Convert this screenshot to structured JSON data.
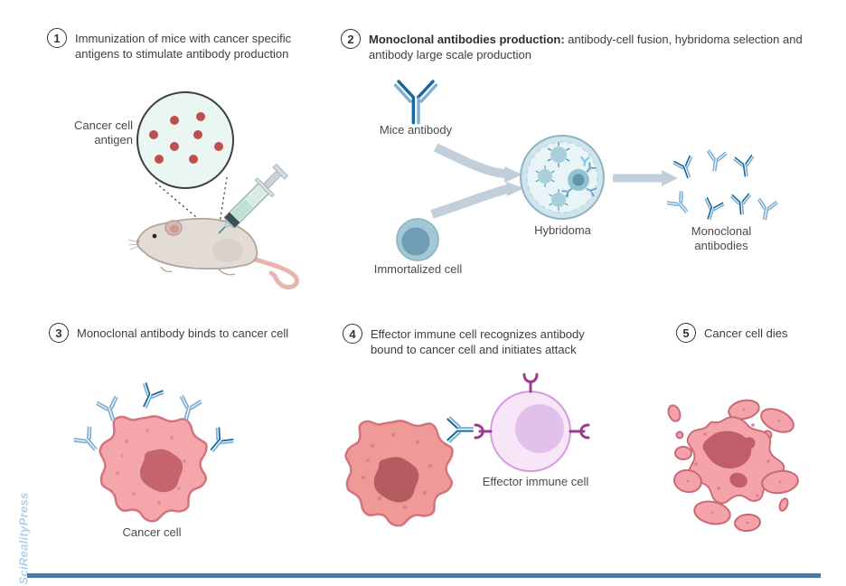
{
  "figure": {
    "watermark": "SciRealityPress"
  },
  "steps": [
    {
      "number": "1",
      "text": "Immunization of mice with cancer specific antigens to stimulate antibody production"
    },
    {
      "number": "2",
      "bold": "Monoclonal antibodies production:",
      "text": " antibody-cell fusion, hybridoma selection and antibody large scale production"
    },
    {
      "number": "3",
      "text": "Monoclonal antibody binds to cancer cell"
    },
    {
      "number": "4",
      "text": "Effector immune cell recognizes antibody bound to cancer cell and initiates attack"
    },
    {
      "number": "5",
      "text": "Cancer cell dies"
    }
  ],
  "labels": {
    "cancer_cell_antigen": "Cancer cell antigen",
    "mice_antibody": "Mice antibody",
    "immortalized_cell": "Immortalized cell",
    "hybridoma": "Hybridoma",
    "monoclonal_antibodies": "Monoclonal antibodies",
    "cancer_cell": "Cancer cell",
    "effector_immune_cell": "Effector immune cell"
  },
  "icons": {
    "antibody": "Y-shaped-antibody-icon",
    "syringe": "syringe-icon",
    "mouse": "lab-mouse-illustration",
    "magnifier_circle": "antigen-magnifier-circle",
    "arrow": "gray-flow-arrow"
  },
  "colors": {
    "text": "#3e3e3e",
    "antibody_dark": "#17689e",
    "antibody_light": "#7fb0d4",
    "cell_pink_fill": "#f4a6ab",
    "cell_pink_stroke": "#d4737e",
    "nucleus_pink": "#c6646e",
    "immune_purple": "#9b3a90",
    "effector_fill": "#f6e6f8",
    "effector_stroke": "#d59be0",
    "hybridoma_fill": "#e9f4f8",
    "arrow_gray": "#c3cedd",
    "antigen_red": "#bf4f4c",
    "mint_fill": "#eaf6f1",
    "mouse_body": "#e3dbd5",
    "watermark_blue": "#b3cfe6",
    "footer_bar_blue": "#4d7aa4"
  }
}
